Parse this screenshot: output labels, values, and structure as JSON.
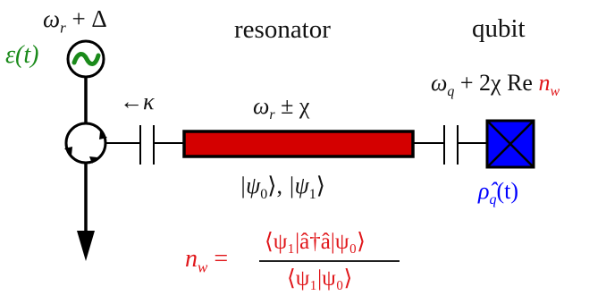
{
  "labels": {
    "drive_freq": {
      "omega": "ω",
      "sub": "r",
      "rest": " + Δ"
    },
    "drive_signal": "ε(t)",
    "drive_symbol": "~",
    "kappa_arrow": "←",
    "kappa": "κ",
    "resonator": "resonator",
    "resonator_freq": {
      "omega": "ω",
      "sub": "r",
      "rest": " ± χ"
    },
    "states": {
      "psi": "|ψ",
      "sub0": "0",
      "close0": "⟩, ",
      "psi1": "|ψ",
      "sub1": "1",
      "close1": "⟩"
    },
    "qubit": "qubit",
    "qubit_freq": {
      "omega": "ω",
      "sub": "q",
      "rest": " + 2χ Re ",
      "nw": "n",
      "nw_sub": "w"
    },
    "qubit_state": {
      "rho": "ρ̂",
      "sub": "q",
      "rest": "(t)"
    },
    "nw_formula": {
      "lhs": "n",
      "lhs_sub": "w",
      "eq": " =",
      "numerator": "⟨ψ₁|â†â|ψ₀⟩",
      "denominator": "⟨ψ₁|ψ₀⟩"
    }
  },
  "colors": {
    "drive_green": "#1a8a1a",
    "resonator_red": "#d40000",
    "qubit_blue": "#0000ff",
    "formula_red": "#e0161a",
    "line": "#000000"
  },
  "icons": [
    "ac-source-icon",
    "circulator-icon",
    "capacitor-icon",
    "josephson-junction-icon",
    "output-arrow-icon"
  ]
}
